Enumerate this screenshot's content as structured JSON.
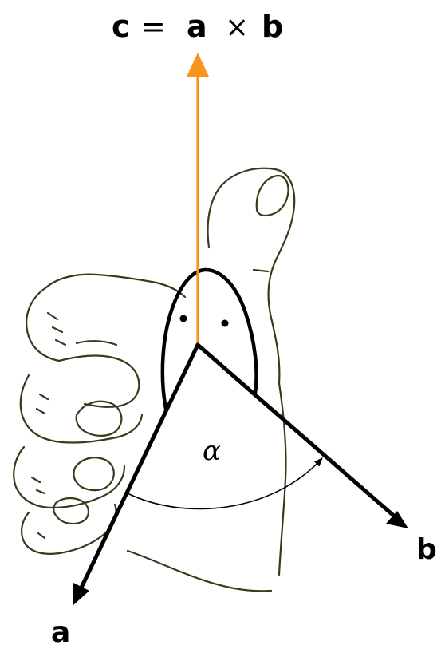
{
  "equation": {
    "c": "c",
    "equals": "=",
    "a": "a",
    "times": "×",
    "b": "b"
  },
  "vectors": {
    "a_label": "a",
    "b_label": "b",
    "c_color": "#F7941D"
  },
  "angle": {
    "label": "α"
  },
  "colors": {
    "hand_outline": "#3a3a1a",
    "vector": "#000000",
    "cross_product": "#F7941D"
  }
}
